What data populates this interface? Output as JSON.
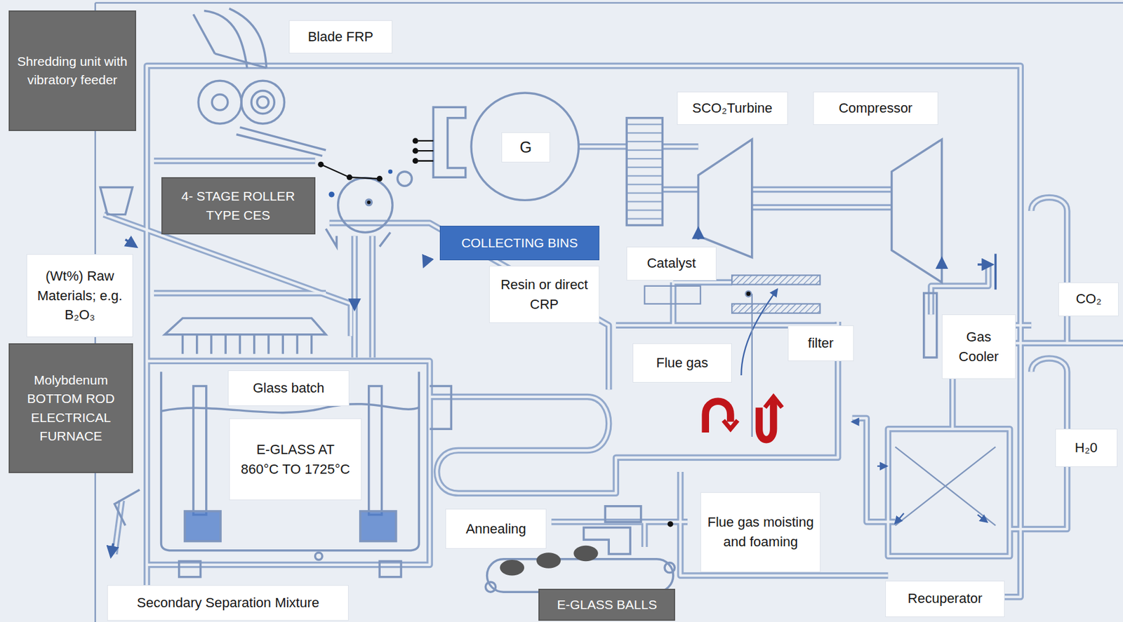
{
  "diagram": {
    "nodes": [
      {
        "text": [
          "Shredding unit with vibratory feeder"
        ]
      },
      {
        "text": [
          "Blade FRP"
        ]
      },
      {
        "text": [
          "G"
        ]
      },
      {
        "text": [
          "4- STAGE ROLLER TYPE CES"
        ]
      },
      {
        "text": [
          "SCO₂Turbine"
        ]
      },
      {
        "text": [
          "Compressor"
        ]
      },
      {
        "text": [
          "COLLECTING BINS"
        ]
      },
      {
        "text": [
          "Resin or direct CRP"
        ]
      },
      {
        "text": [
          "Catalyst"
        ]
      },
      {
        "text": [
          "(Wt%) Raw Materials; e.g. B₂O₃"
        ]
      },
      {
        "text": [
          "CO₂"
        ]
      },
      {
        "text": [
          "Gas Cooler"
        ]
      },
      {
        "text": [
          "filter"
        ]
      },
      {
        "text": [
          "Molybdenum BOTTOM ROD ELECTRICAL FURNACE"
        ]
      },
      {
        "text": [
          "Glass batch"
        ]
      },
      {
        "text": [
          "Flue gas"
        ]
      },
      {
        "text": [
          "E-GLASS AT 860°C TO 1725°C"
        ]
      },
      {
        "text": [
          "H₂0"
        ]
      },
      {
        "text": [
          "Annealing"
        ]
      },
      {
        "text": [
          "Flue gas moisting and foaming"
        ]
      },
      {
        "text": [
          "Secondary Separation Mixture"
        ]
      },
      {
        "text": [
          "E-GLASS BALLS"
        ]
      },
      {
        "text": [
          "Recuperator"
        ]
      }
    ]
  }
}
